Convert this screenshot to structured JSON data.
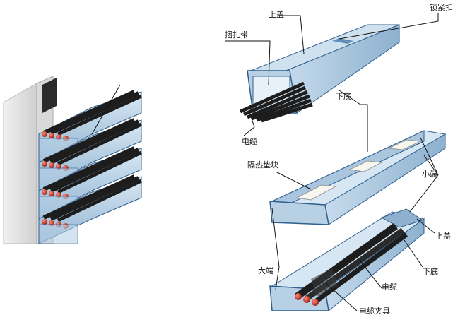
{
  "labels": {
    "top_cover_1": "上盖",
    "lock_buckle": "锁紧扣",
    "cable_tie": "捆扎带",
    "bottom_base_1": "下底",
    "cable_1": "电缆",
    "spacer_block": "隔热垫块",
    "small_end": "小端",
    "top_cover_2": "上盖",
    "large_end": "大端",
    "bottom_base_2": "下底",
    "cable_2": "电缆",
    "cable_clamp": "电缆夹具"
  },
  "colors": {
    "tray_face": "#a9c6de",
    "tray_light": "#d6e6f2",
    "tray_dark": "#7ea6c6",
    "edge": "#2f5f8e",
    "cable": "#1d1d1d",
    "cable_end": "#c0392b",
    "wall": "#e6e6e6",
    "leader": "#111111"
  }
}
